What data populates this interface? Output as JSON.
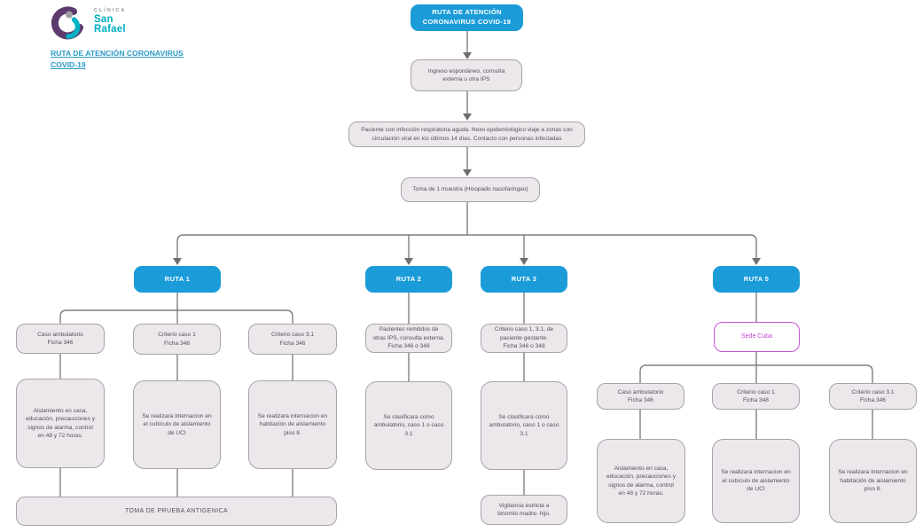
{
  "colors": {
    "accent_blue": "#1b9cd8",
    "node_fill": "#ebe7eb",
    "node_border": "#a9a2ac",
    "connector_gray": "#7f7f7f",
    "sede_border": "#c553d6",
    "sede_text": "#c33fd2",
    "logo_teal": "#00afc2",
    "logo_purple": "#5c3a6e",
    "link_blue": "#2b9ac4"
  },
  "header": {
    "clinic_label": "CLÍNICA",
    "clinic_name_line1": "San",
    "clinic_name_line2": "Rafael",
    "document_link": "RUTA DE ATENCIÓN CORONAVIRUS \nCOVID-19"
  },
  "flow": {
    "root": "RUTA DE ATENCIÓN\nCORONAVIRUS COVID-19",
    "ingreso": "Ingreso espontáneo, consulta\nexterna u otra IPS",
    "paciente": "Paciente con infección respiratoria aguda. Nexo epidemiológico viaje a zonas con\ncirculación viral en los últimos 14 días. Contacto con personas infectadas",
    "toma_muestra": "Toma de 1 muestra (Hisopado nasofaringeo)",
    "ruta1": {
      "label": "RUTA 1",
      "branches": [
        {
          "title": "Caso ambulatorio\nFicha 346",
          "detail": "Aislamiento en casa,\neducación, precauciones y\nsignos de alarma, control\nen 48 y 72 horas."
        },
        {
          "title": "Criterio caso 1\nFicha 348",
          "detail": "Se realizara internacion en\nel cubículo de aislamiento\nde UCI"
        },
        {
          "title": "Criterio caso 3.1\nFicha 346",
          "detail": "Se realizara internacion en\nhabitación de aislamiento\npiso 8."
        }
      ],
      "footer": "TOMA DE PRUEBA ANTIGENICA"
    },
    "ruta2": {
      "label": "RUTA 2",
      "title": "Pacientes remitidos de\notras IPS, consulta externa.\nFicha 346 o 348",
      "detail": "Se clasificara como\nambulatorio, caso 1 o caso\n3.1"
    },
    "ruta3": {
      "label": "RUTA 3",
      "title": "Criterio caso 1, 3.1, de\npaciente gestante.\nFicha 346 o 348",
      "detail": "Se clasificara como\nambulatorio, caso 1 o caso\n3.1",
      "footer": "Vigilancia estricta a\nbinomio madre- hijo."
    },
    "ruta5": {
      "label": "RUTA 5",
      "sede": "Sede Cuba",
      "branches": [
        {
          "title": "Caso ambulatorio\nFicha 346",
          "detail": "Aislamiento en casa,\neducación, precauciones y\nsignos de alarma, control\nen 48 y 72 horas."
        },
        {
          "title": "Criterio caso 1\nFicha 348",
          "detail": "Se realizara internacion en\nel cubículo de aislamiento\nde UCI"
        },
        {
          "title": "Criterio caso 3.1\nFicha 346",
          "detail": "Se realizara internacion en\nhabitación de aislamiento\npiso 8."
        }
      ]
    }
  }
}
